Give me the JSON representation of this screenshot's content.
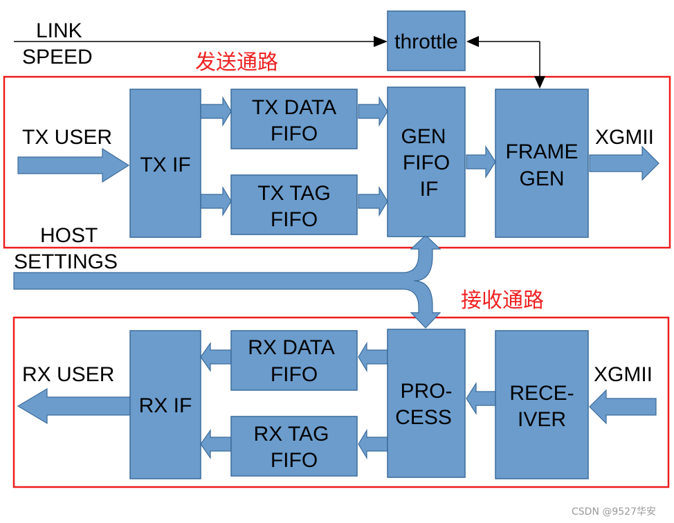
{
  "labels": {
    "link_speed_1": "LINK",
    "link_speed_2": "SPEED",
    "tx_path": "发送通路",
    "rx_path": "接收通路",
    "tx_user": "TX USER",
    "host_settings_1": "HOST",
    "host_settings_2": "SETTINGS",
    "xgmii_out": "XGMII",
    "xgmii_in": "XGMII",
    "rx_user": "RX USER",
    "watermark": "CSDN @9527华安"
  },
  "blocks": {
    "throttle": [
      "throttle"
    ],
    "tx_if": [
      "TX IF"
    ],
    "tx_data_fifo": [
      "TX DATA",
      "FIFO"
    ],
    "tx_tag_fifo": [
      "TX TAG",
      "FIFO"
    ],
    "gen_fifo_if": [
      "GEN",
      "FIFO",
      "IF"
    ],
    "frame_gen": [
      "FRAME",
      "GEN"
    ],
    "rx_if": [
      "RX IF"
    ],
    "rx_data_fifo": [
      "RX DATA",
      "FIFO"
    ],
    "rx_tag_fifo": [
      "RX TAG",
      "FIFO"
    ],
    "process": [
      "PRO-",
      "CESS"
    ],
    "receiver": [
      "RECE-",
      "IVER"
    ]
  },
  "colors": {
    "block_fill": "#6b9ccc",
    "block_stroke": "#3a6b9a",
    "frame_red": "#ee1c1c"
  }
}
